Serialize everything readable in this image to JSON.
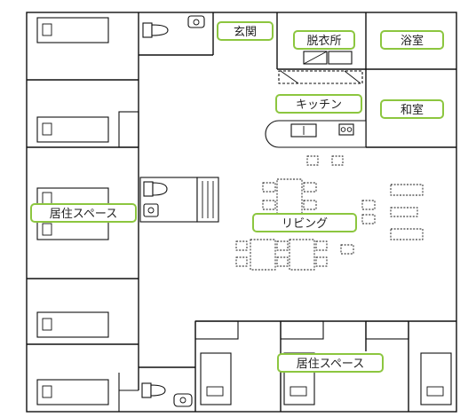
{
  "accent_color": "#8cc63f",
  "labels": {
    "genkan": "玄関",
    "datsuisho": "脱衣所",
    "yokushitsu": "浴室",
    "kitchen": "キッチン",
    "washitsu": "和室",
    "living": "リビング",
    "living_space_left": "居住スペース",
    "living_space_bottom": "居住スペース"
  },
  "icons": {
    "bed": "bed-icon",
    "toilet": "toilet-icon",
    "sink": "sink-icon",
    "chair": "chair-icon",
    "table": "table-icon"
  }
}
